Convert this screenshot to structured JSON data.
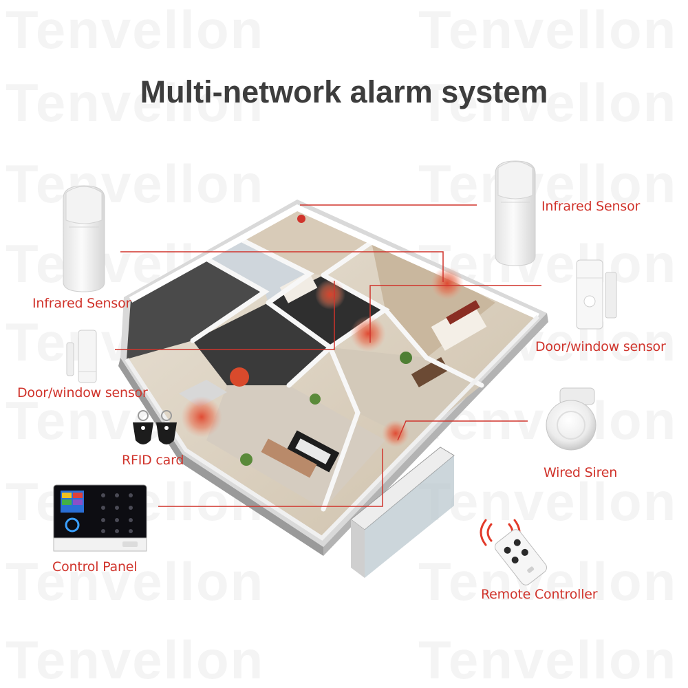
{
  "watermark": "Tenvellon",
  "title": "Multi-network alarm system",
  "devices": {
    "infrared_left": "Infrared Sensor",
    "infrared_right": "Infrared Sensor",
    "door_left": "Door/window sensor",
    "door_right": "Door/window sensor",
    "rfid": "RFID card",
    "control_panel": "Control Panel",
    "siren": "Wired Siren",
    "remote": "Remote Controller"
  },
  "colors": {
    "callout": "#d0342c",
    "title": "#3d3d3d",
    "watermark": "#f4f4f4"
  }
}
